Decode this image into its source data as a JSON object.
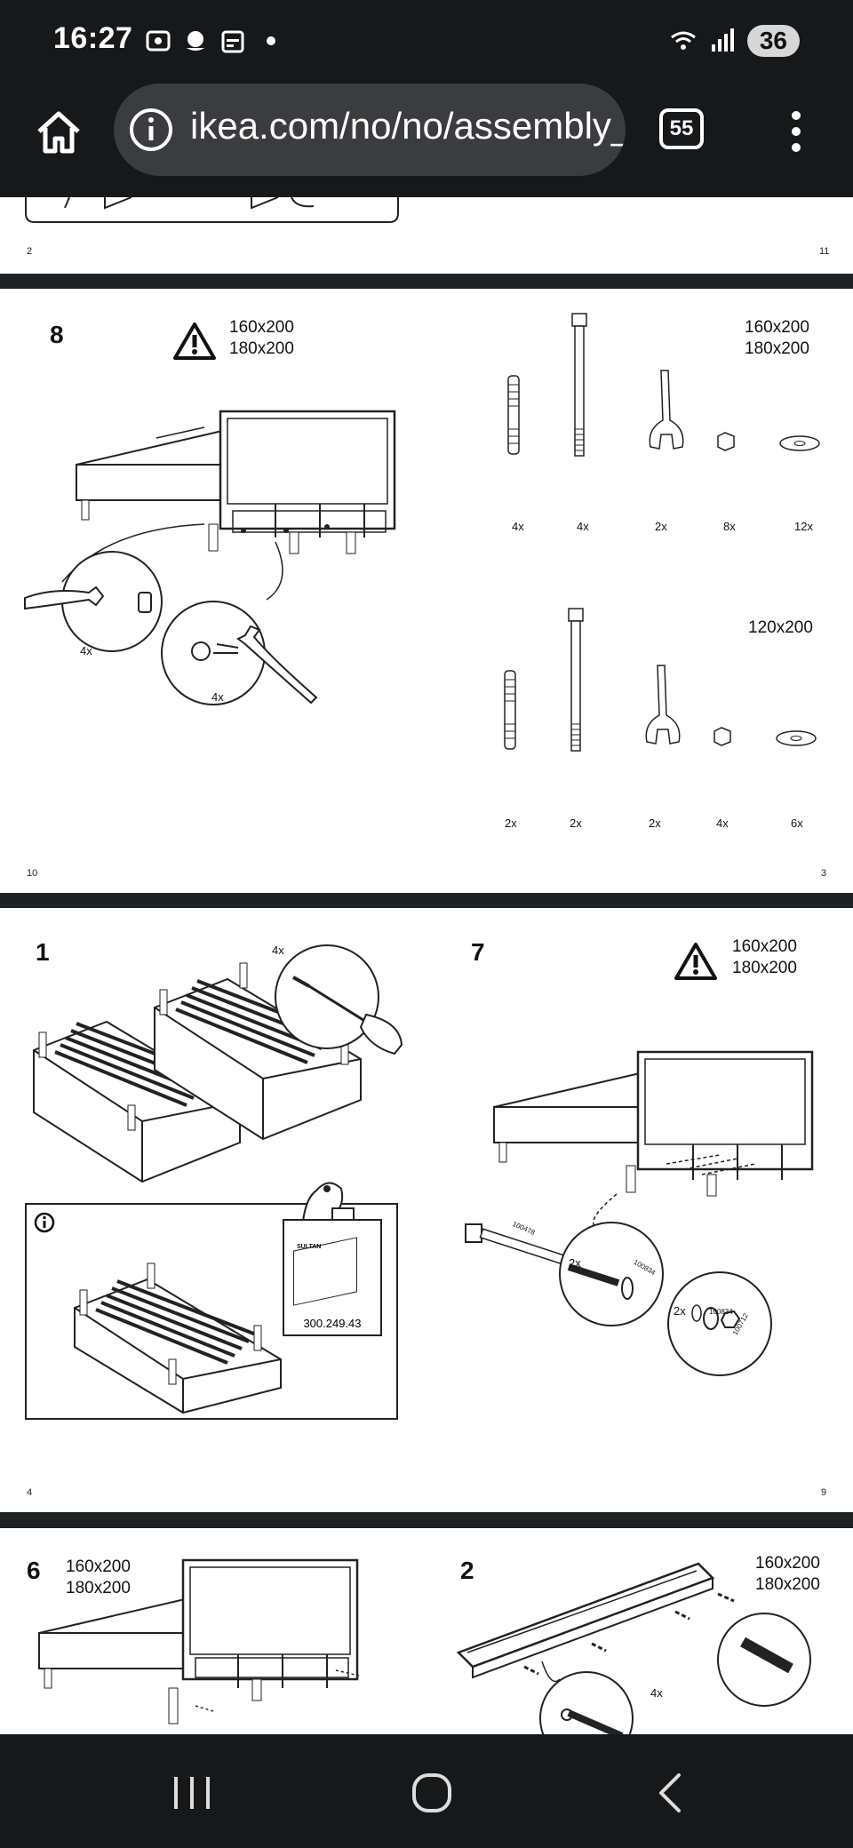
{
  "status_bar": {
    "time": "16:27",
    "battery": "36"
  },
  "browser": {
    "url": "ikea.com/no/no/assembly_instructions",
    "tab_count": "55"
  },
  "pages": {
    "top_partial": {
      "left_num": "2",
      "right_num": "11"
    },
    "p2": {
      "left_num": "10",
      "right_num": "3",
      "step": "8",
      "size_a": "160x200",
      "size_b": "180x200",
      "left_qty_wrench": "4x",
      "left_qty_bolt": "4x",
      "parts_top_size_a": "160x200",
      "parts_top_size_b": "180x200",
      "parts_top": [
        "4x",
        "4x",
        "2x",
        "8x",
        "12x"
      ],
      "parts_bottom_size": "120x200",
      "parts_bottom": [
        "2x",
        "2x",
        "2x",
        "4x",
        "6x"
      ]
    },
    "p3": {
      "left_num": "4",
      "right_num": "9",
      "step_left": "1",
      "qty_screw": "4x",
      "manual_code": "300.249.43",
      "manual_title": "SULTAN",
      "step_right": "7",
      "size_a": "160x200",
      "size_b": "180x200",
      "qty_a": "2x",
      "qty_b": "2x",
      "part_bolt": "100478",
      "part_washer": "100834",
      "part_nut": "100712"
    },
    "p4": {
      "step_left": "6",
      "size_a": "160x200",
      "size_b": "180x200",
      "step_right": "2",
      "size_r_a": "160x200",
      "size_r_b": "180x200",
      "qty": "4x"
    }
  }
}
